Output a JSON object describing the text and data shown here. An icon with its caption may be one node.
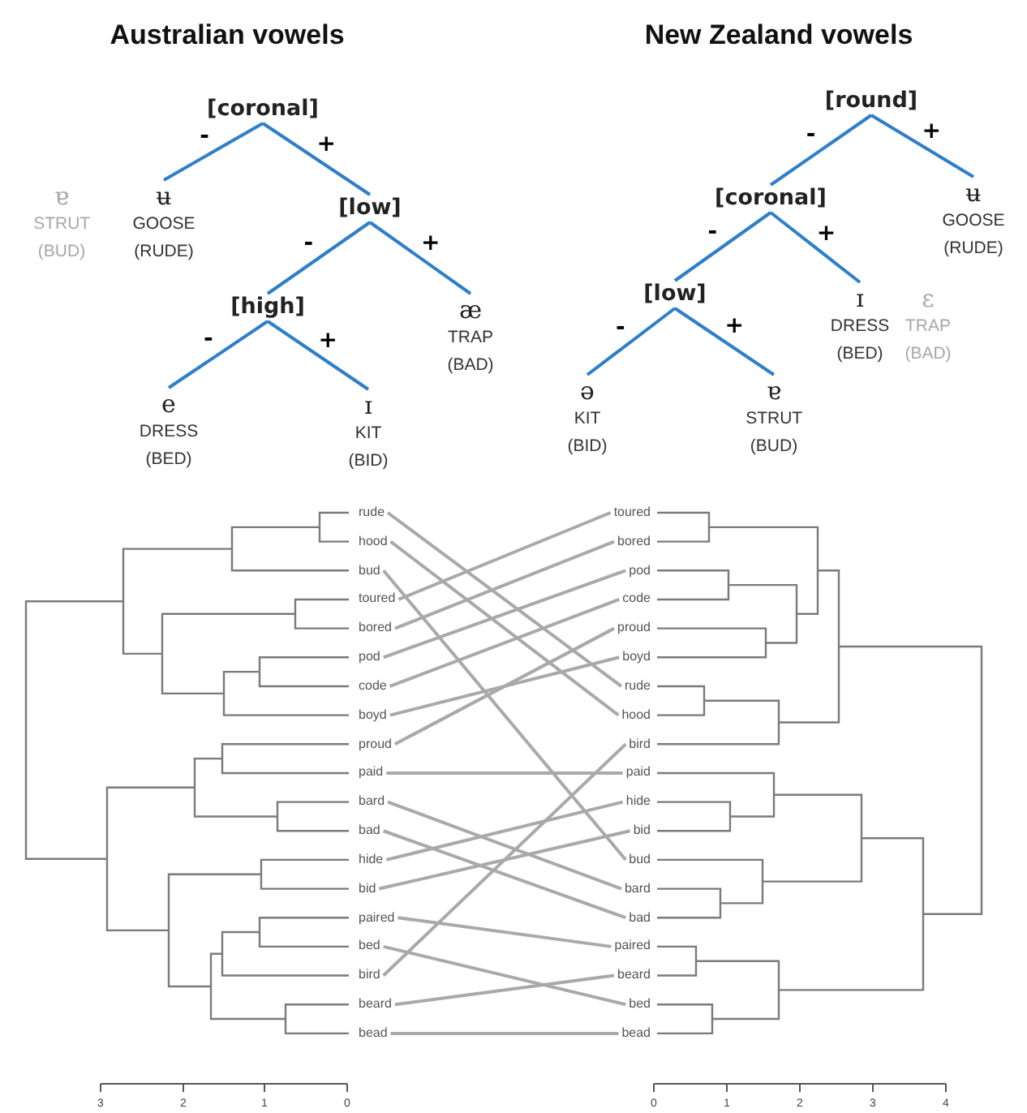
{
  "diagram": {
    "nodes": [
      {
        "text": [
          "[coronal]"
        ]
      },
      {
        "text": [
          "ɐ",
          "STRUT (BUD)"
        ]
      },
      {
        "text": [
          "ʉ",
          "GOOSE (RUDE)"
        ]
      },
      {
        "text": [
          "[low]"
        ]
      },
      {
        "text": [
          "[high]"
        ]
      },
      {
        "text": [
          "æ",
          "TRAP (BAD)"
        ]
      },
      {
        "text": [
          "e",
          "DRESS (BED)"
        ]
      },
      {
        "text": [
          "ɪ",
          "KIT (BID)"
        ]
      },
      {
        "text": [
          "[round]"
        ]
      },
      {
        "text": [
          "[coronal]"
        ]
      },
      {
        "text": [
          "ʉ",
          "GOOSE (RUDE)"
        ]
      },
      {
        "text": [
          "[low]"
        ]
      },
      {
        "text": [
          "ɪ",
          "DRESS (BED)"
        ]
      },
      {
        "text": [
          "ɛ",
          "TRAP (BAD)"
        ]
      },
      {
        "text": [
          "ə",
          "KIT (BID)"
        ]
      },
      {
        "text": [
          "ɐ",
          "STRUT (BUD)"
        ]
      },
      {
        "text": [
          "rude"
        ]
      },
      {
        "text": [
          "hood"
        ]
      },
      {
        "text": [
          "bud"
        ]
      },
      {
        "text": [
          "toured"
        ]
      },
      {
        "text": [
          "bored"
        ]
      },
      {
        "text": [
          "pod"
        ]
      },
      {
        "text": [
          "code"
        ]
      },
      {
        "text": [
          "boyd"
        ]
      },
      {
        "text": [
          "proud"
        ]
      },
      {
        "text": [
          "paid"
        ]
      },
      {
        "text": [
          "bard"
        ]
      },
      {
        "text": [
          "bad"
        ]
      },
      {
        "text": [
          "hide"
        ]
      },
      {
        "text": [
          "bid"
        ]
      },
      {
        "text": [
          "paired"
        ]
      },
      {
        "text": [
          "bed"
        ]
      },
      {
        "text": [
          "bird"
        ]
      },
      {
        "text": [
          "beard"
        ]
      },
      {
        "text": [
          "bead"
        ]
      },
      {
        "text": [
          "toured"
        ]
      },
      {
        "text": [
          "bored"
        ]
      },
      {
        "text": [
          "pod"
        ]
      },
      {
        "text": [
          "code"
        ]
      },
      {
        "text": [
          "proud"
        ]
      },
      {
        "text": [
          "boyd"
        ]
      },
      {
        "text": [
          "rude"
        ]
      },
      {
        "text": [
          "hood"
        ]
      },
      {
        "text": [
          "bird"
        ]
      },
      {
        "text": [
          "paid"
        ]
      },
      {
        "text": [
          "hide"
        ]
      },
      {
        "text": [
          "bid"
        ]
      },
      {
        "text": [
          "bud"
        ]
      },
      {
        "text": [
          "bard"
        ]
      },
      {
        "text": [
          "bad"
        ]
      },
      {
        "text": [
          "paired"
        ]
      },
      {
        "text": [
          "beard"
        ]
      },
      {
        "text": [
          "bed"
        ]
      },
      {
        "text": [
          "bead"
        ]
      }
    ],
    "edges": [
      {
        "from": 0,
        "to": 2,
        "arrow": "none",
        "label": "-",
        "color": "#2f7fc8"
      },
      {
        "from": 0,
        "to": 3,
        "arrow": "none",
        "label": "+",
        "color": "#2f7fc8"
      },
      {
        "from": 3,
        "to": 4,
        "arrow": "none",
        "label": "-",
        "color": "#2f7fc8"
      },
      {
        "from": 3,
        "to": 5,
        "arrow": "none",
        "label": "+",
        "color": "#2f7fc8"
      },
      {
        "from": 4,
        "to": 6,
        "arrow": "none",
        "label": "-",
        "color": "#2f7fc8"
      },
      {
        "from": 4,
        "to": 7,
        "arrow": "none",
        "label": "+",
        "color": "#2f7fc8"
      },
      {
        "from": 8,
        "to": 9,
        "arrow": "none",
        "label": "-",
        "color": "#2f7fc8"
      },
      {
        "from": 8,
        "to": 10,
        "arrow": "none",
        "label": "+",
        "color": "#2f7fc8"
      },
      {
        "from": 9,
        "to": 11,
        "arrow": "none",
        "label": "-",
        "color": "#2f7fc8"
      },
      {
        "from": 9,
        "to": 12,
        "arrow": "none",
        "label": "+",
        "color": "#2f7fc8"
      },
      {
        "from": 11,
        "to": 14,
        "arrow": "none",
        "label": "-",
        "color": "#2f7fc8"
      },
      {
        "from": 11,
        "to": 15,
        "arrow": "none",
        "label": "+",
        "color": "#2f7fc8"
      },
      {
        "from": 16,
        "to": 41,
        "arrow": "none"
      },
      {
        "from": 17,
        "to": 42,
        "arrow": "none"
      },
      {
        "from": 18,
        "to": 47,
        "arrow": "none"
      },
      {
        "from": 19,
        "to": 35,
        "arrow": "none"
      },
      {
        "from": 20,
        "to": 36,
        "arrow": "none"
      },
      {
        "from": 21,
        "to": 37,
        "arrow": "none"
      },
      {
        "from": 22,
        "to": 38,
        "arrow": "none"
      },
      {
        "from": 23,
        "to": 40,
        "arrow": "none"
      },
      {
        "from": 24,
        "to": 39,
        "arrow": "none"
      },
      {
        "from": 25,
        "to": 44,
        "arrow": "none"
      },
      {
        "from": 26,
        "to": 48,
        "arrow": "none"
      },
      {
        "from": 27,
        "to": 49,
        "arrow": "none"
      },
      {
        "from": 28,
        "to": 45,
        "arrow": "none"
      },
      {
        "from": 29,
        "to": 46,
        "arrow": "none"
      },
      {
        "from": 30,
        "to": 50,
        "arrow": "none"
      },
      {
        "from": 31,
        "to": 52,
        "arrow": "none"
      },
      {
        "from": 32,
        "to": 43,
        "arrow": "none"
      },
      {
        "from": 33,
        "to": 51,
        "arrow": "none"
      },
      {
        "from": 34,
        "to": 53,
        "arrow": "none"
      }
    ],
    "labels": [
      "Australian vowels",
      "New Zealand vowels",
      "3",
      "2",
      "1",
      "0",
      "0",
      "1",
      "2",
      "3",
      "4"
    ]
  }
}
